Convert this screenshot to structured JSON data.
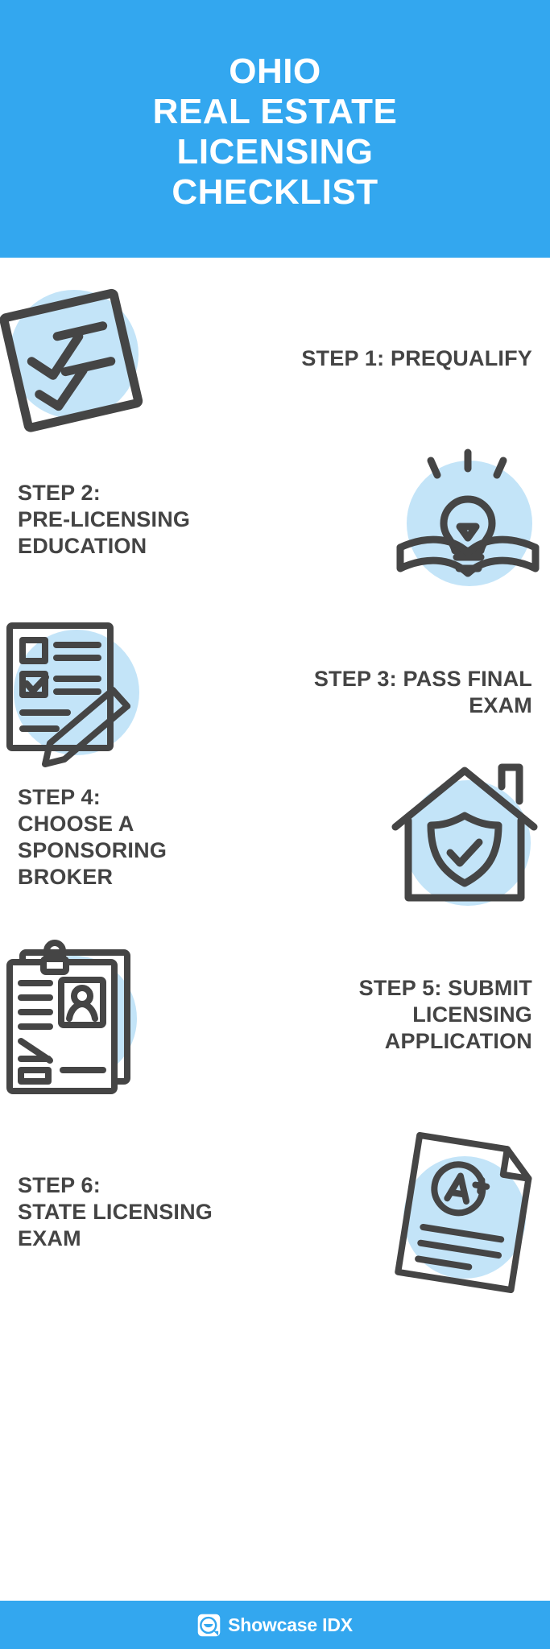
{
  "header": {
    "background_color": "#33A7EF",
    "text_color": "#FFFFFF",
    "lines": [
      "OHIO",
      "REAL ESTATE",
      "LICENSING",
      "CHECKLIST"
    ]
  },
  "theme": {
    "accent_blue": "#33A7EF",
    "icon_fill_blue": "#C3E4F8",
    "icon_stroke_gray": "#454545",
    "text_gray": "#444444",
    "page_background": "#FFFFFF"
  },
  "steps": [
    {
      "id": "step-1",
      "icon": "checklist-clipboard-icon",
      "icon_side": "left",
      "text_align": "right",
      "lines": [
        "STEP 1: PREQUALIFY"
      ]
    },
    {
      "id": "step-2",
      "icon": "lightbulb-book-icon",
      "icon_side": "right",
      "text_align": "left",
      "lines": [
        "STEP 2:",
        "PRE-LICENSING",
        "EDUCATION"
      ]
    },
    {
      "id": "step-3",
      "icon": "exam-paper-pencil-icon",
      "icon_side": "left",
      "text_align": "right",
      "lines": [
        "STEP 3: PASS FINAL",
        "EXAM"
      ]
    },
    {
      "id": "step-4",
      "icon": "house-shield-check-icon",
      "icon_side": "right",
      "text_align": "left",
      "lines": [
        "STEP 4:",
        "CHOOSE A",
        "SPONSORING",
        "BROKER"
      ]
    },
    {
      "id": "step-5",
      "icon": "id-application-clipboard-icon",
      "icon_side": "left",
      "text_align": "right",
      "lines": [
        "STEP 5: SUBMIT",
        "LICENSING",
        "APPLICATION"
      ]
    },
    {
      "id": "step-6",
      "icon": "graded-paper-a-plus-icon",
      "icon_side": "right",
      "text_align": "left",
      "lines": [
        "STEP 6:",
        "STATE LICENSING",
        "EXAM"
      ]
    }
  ],
  "footer": {
    "background_color": "#33A7EF",
    "logo_icon": "showcase-idx-smile-logo-icon",
    "brand": "Showcase IDX"
  }
}
